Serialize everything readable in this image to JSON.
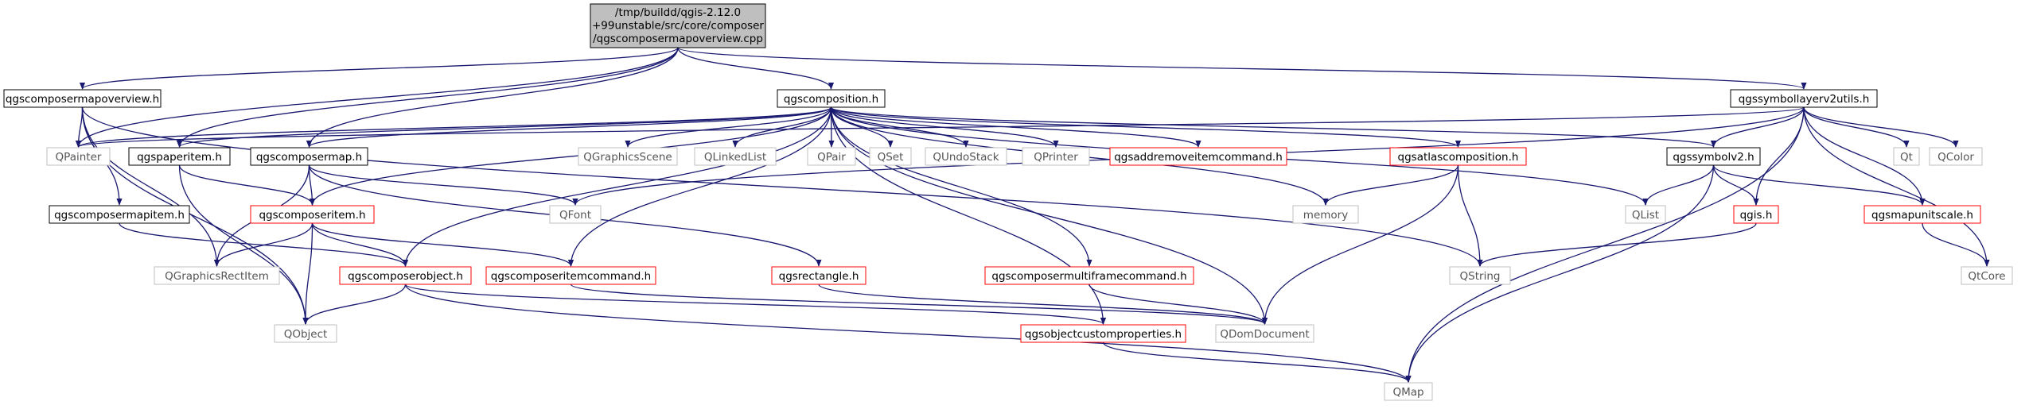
{
  "root_lines": [
    "/tmp/buildd/qgis-2.12.0",
    "+99unstable/src/core/composer",
    "/qgscomposermapoverview.cpp"
  ],
  "colors": {
    "edge": "#191970",
    "root_fill": "#bfbfbf",
    "black_border": "#000000",
    "red_border": "#ff0000",
    "grey_border": "#bfbfbf",
    "grey_text": "#555555"
  },
  "nodes": {
    "qgscomposermapoverview_h": {
      "label": "qgscomposermapoverview.h",
      "style": "black"
    },
    "qgscomposition_h": {
      "label": "qgscomposition.h",
      "style": "black"
    },
    "qgssymbollayerv2utils_h": {
      "label": "qgssymbollayerv2utils.h",
      "style": "black"
    },
    "QPainter": {
      "label": "QPainter",
      "style": "grey"
    },
    "qgspaperitem_h": {
      "label": "qgspaperitem.h",
      "style": "black"
    },
    "qgscomposermap_h": {
      "label": "qgscomposermap.h",
      "style": "black"
    },
    "QGraphicsScene": {
      "label": "QGraphicsScene",
      "style": "grey"
    },
    "QLinkedList": {
      "label": "QLinkedList",
      "style": "grey"
    },
    "QPair": {
      "label": "QPair",
      "style": "grey"
    },
    "QSet": {
      "label": "QSet",
      "style": "grey"
    },
    "QUndoStack": {
      "label": "QUndoStack",
      "style": "grey"
    },
    "QPrinter": {
      "label": "QPrinter",
      "style": "grey"
    },
    "qgsaddremoveitemcommand_h": {
      "label": "qgsaddremoveitemcommand.h",
      "style": "red"
    },
    "qgsatlascomposition_h": {
      "label": "qgsatlascomposition.h",
      "style": "red"
    },
    "qgssymbolv2_h": {
      "label": "qgssymbolv2.h",
      "style": "black"
    },
    "Qt": {
      "label": "Qt",
      "style": "grey"
    },
    "QColor": {
      "label": "QColor",
      "style": "grey"
    },
    "qgscomposermapitem_h": {
      "label": "qgscomposermapitem.h",
      "style": "black"
    },
    "qgscomposeritem_h": {
      "label": "qgscomposeritem.h",
      "style": "red"
    },
    "QFont": {
      "label": "QFont",
      "style": "grey"
    },
    "memory": {
      "label": "memory",
      "style": "grey"
    },
    "QList": {
      "label": "QList",
      "style": "grey"
    },
    "qgis_h": {
      "label": "qgis.h",
      "style": "red"
    },
    "qgsmapunitscale_h": {
      "label": "qgsmapunitscale.h",
      "style": "red"
    },
    "QGraphicsRectItem": {
      "label": "QGraphicsRectItem",
      "style": "grey"
    },
    "qgscomposerobject_h": {
      "label": "qgscomposerobject.h",
      "style": "red"
    },
    "qgscomposeritemcommand_h": {
      "label": "qgscomposeritemcommand.h",
      "style": "red"
    },
    "qgsrectangle_h": {
      "label": "qgsrectangle.h",
      "style": "red"
    },
    "qgscomposermultiframecommand_h": {
      "label": "qgscomposermultiframecommand.h",
      "style": "red"
    },
    "QString": {
      "label": "QString",
      "style": "grey"
    },
    "QtCore": {
      "label": "QtCore",
      "style": "grey"
    },
    "QObject": {
      "label": "QObject",
      "style": "grey"
    },
    "qgsobjectcustomproperties_h": {
      "label": "qgsobjectcustomproperties.h",
      "style": "red"
    },
    "QDomDocument": {
      "label": "QDomDocument",
      "style": "grey"
    },
    "QMap": {
      "label": "QMap",
      "style": "grey"
    }
  }
}
